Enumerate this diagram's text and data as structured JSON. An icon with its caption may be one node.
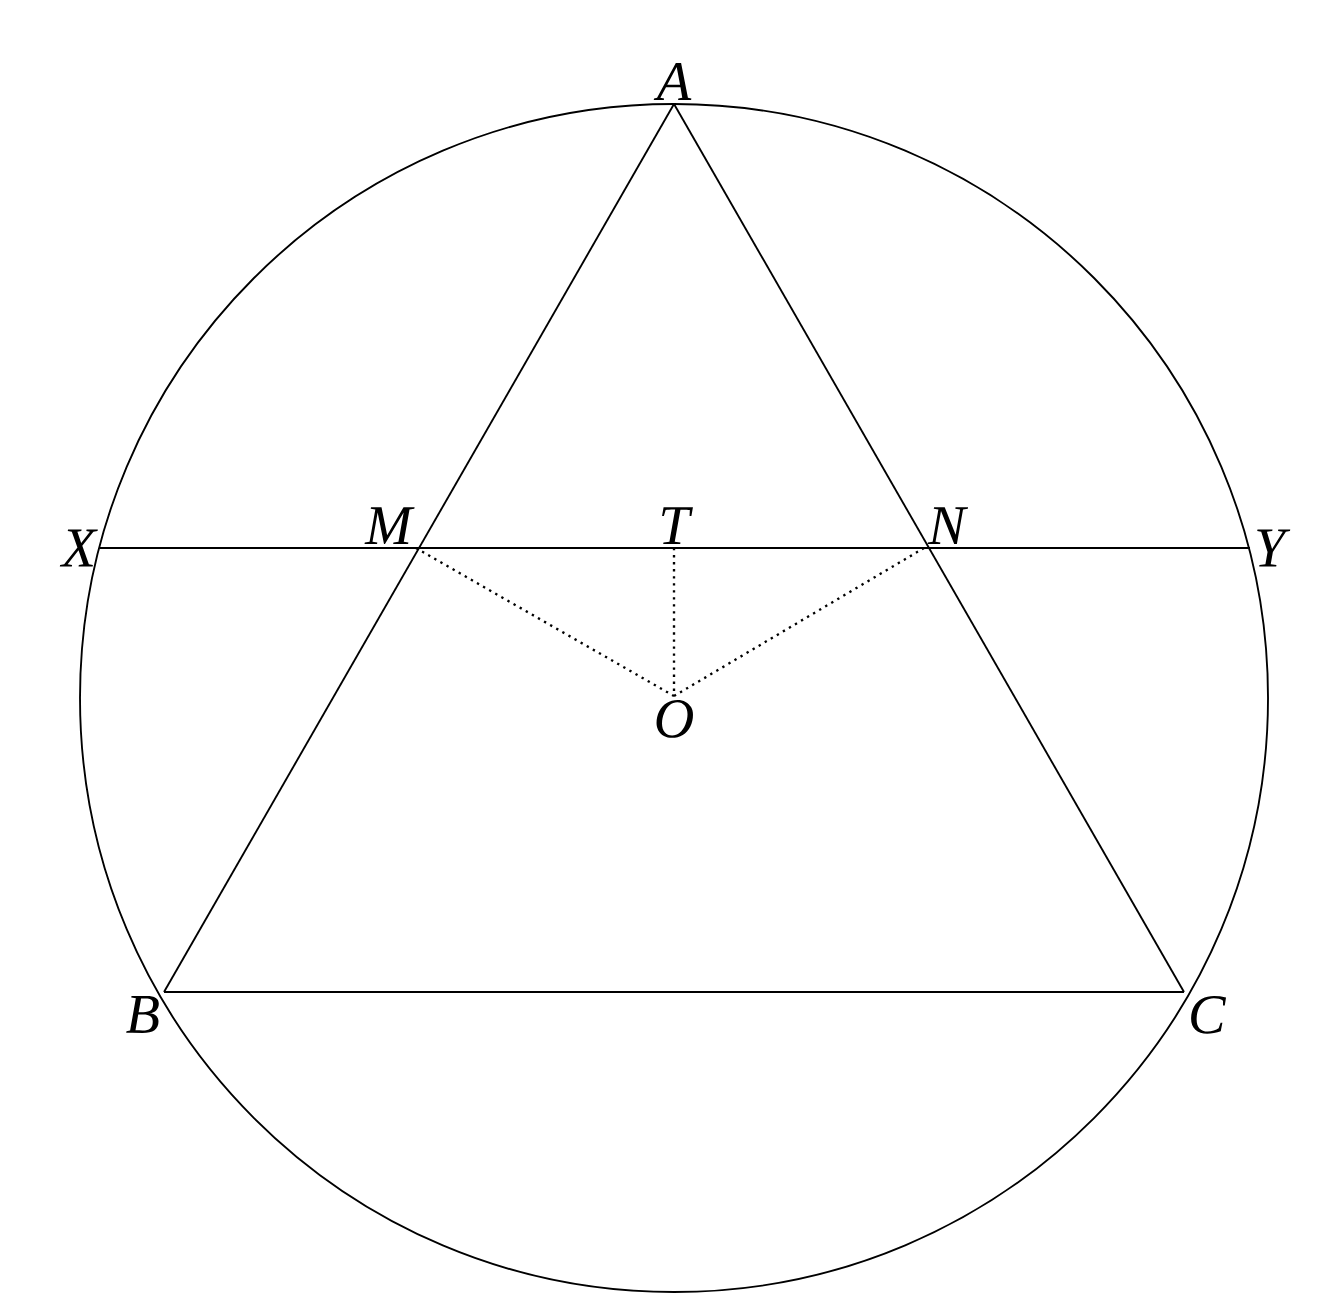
{
  "diagram": {
    "nodes": [
      {
        "text": [
          "A"
        ]
      },
      {
        "text": [
          "X"
        ]
      },
      {
        "text": [
          "M"
        ]
      },
      {
        "text": [
          "T"
        ]
      },
      {
        "text": [
          "N"
        ]
      },
      {
        "text": [
          "Y"
        ]
      },
      {
        "text": [
          "O"
        ]
      },
      {
        "text": [
          "B"
        ]
      },
      {
        "text": [
          "C"
        ]
      }
    ],
    "edges": [
      {
        "from": 0,
        "to": 7,
        "arrow": "none"
      },
      {
        "from": 0,
        "to": 8,
        "arrow": "none"
      },
      {
        "from": 7,
        "to": 8,
        "arrow": "none"
      },
      {
        "from": 1,
        "to": 5,
        "arrow": "none"
      },
      {
        "from": 2,
        "to": 6,
        "arrow": "none",
        "style": "dashed"
      },
      {
        "from": 3,
        "to": 6,
        "arrow": "none",
        "style": "dashed"
      },
      {
        "from": 4,
        "to": 6,
        "arrow": "none",
        "style": "dashed"
      }
    ]
  }
}
